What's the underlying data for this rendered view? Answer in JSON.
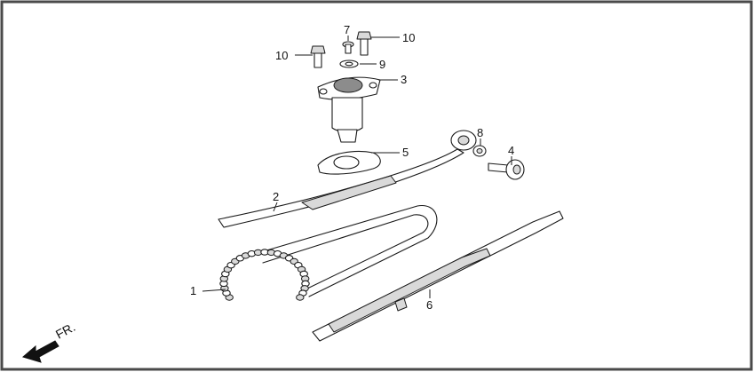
{
  "callouts": [
    {
      "id": "1",
      "label": "1"
    },
    {
      "id": "2",
      "label": "2"
    },
    {
      "id": "3",
      "label": "3"
    },
    {
      "id": "4",
      "label": "4"
    },
    {
      "id": "5",
      "label": "5"
    },
    {
      "id": "6",
      "label": "6"
    },
    {
      "id": "7",
      "label": "7"
    },
    {
      "id": "8",
      "label": "8"
    },
    {
      "id": "9",
      "label": "9"
    },
    {
      "id": "10a",
      "label": "10"
    },
    {
      "id": "10b",
      "label": "10"
    }
  ],
  "direction": {
    "label": "FR."
  },
  "colors": {
    "frame": "#4a4a4a",
    "line": "#1a1a1a",
    "shade": "#d9d9d9"
  },
  "icons": [
    "front-arrow-icon"
  ]
}
